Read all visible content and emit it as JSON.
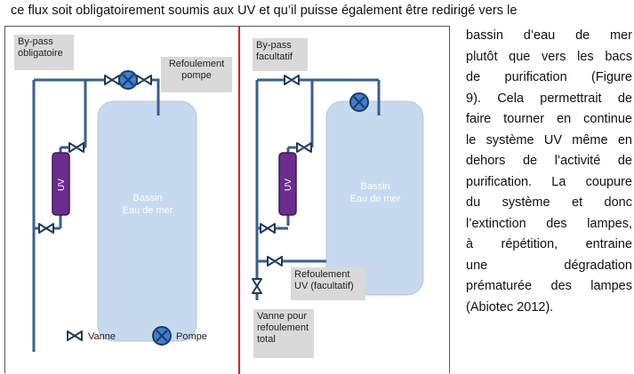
{
  "top_line": "ce flux soit obligatoirement soumis aux UV et qu’il puisse également être redirigé vers le",
  "side_text_lines": [
    "bassin d’eau de mer",
    "plutôt que vers les bacs",
    "de purification (Figure",
    "9). Cela permettrait de",
    "faire tourner en continue",
    "le système UV même en",
    "dehors de l’activité de",
    "purification. La coupure",
    "du système et donc",
    "l’extinction des lampes,",
    "à répétition, entraine",
    "une dégradation",
    "prématurée des lampes",
    "(Abiotec 2012)."
  ],
  "figure": {
    "left": {
      "bypass_label": [
        "By-pass",
        "obligatoire"
      ],
      "refoulement_label": [
        "Refoulement",
        "pompe"
      ],
      "uv_label": "UV",
      "bassin_label": [
        "Bassin",
        "Eau de mer"
      ]
    },
    "right": {
      "bypass_label": [
        "By-pass",
        "facultatif"
      ],
      "uv_label": "UV",
      "bassin_label": [
        "Bassin",
        "Eau de mer"
      ],
      "refoulement_uv_label": [
        "Refoulement",
        "UV (facultatif)"
      ],
      "vanne_total_label": [
        "Vanne pour",
        "refoulement",
        "total"
      ]
    },
    "legend": {
      "vanne": "Vanne",
      "pompe": "Pompe"
    },
    "colors": {
      "pipe": "#3a5f8f",
      "tank": "#c6d9ef",
      "uv": "#6b2d8e",
      "pump": "#3d7fd1",
      "divider": "#e02020",
      "label_bg": "#d9d9d9"
    }
  }
}
